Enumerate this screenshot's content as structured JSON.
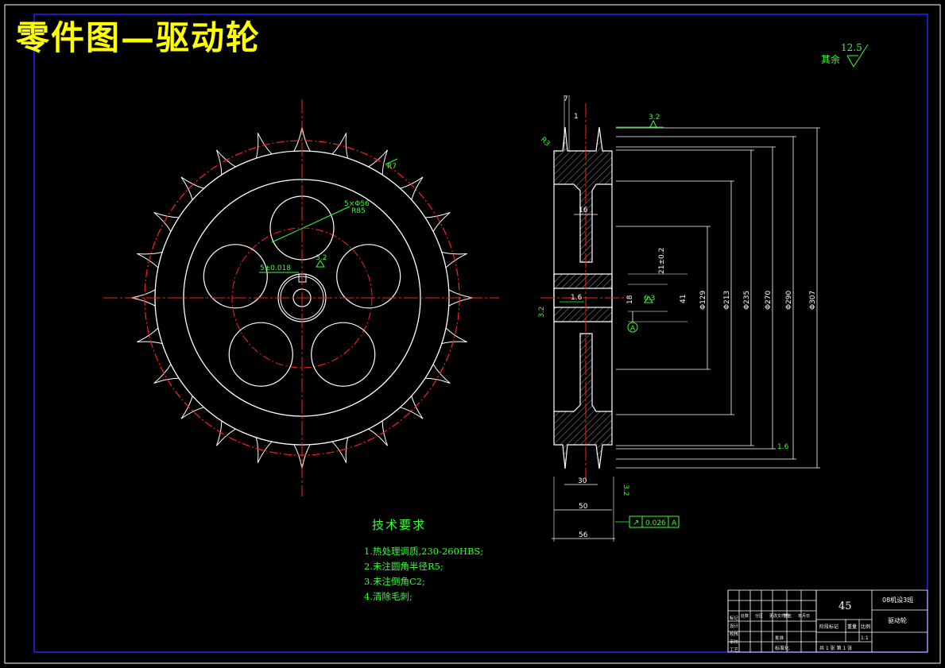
{
  "drawing": {
    "title": "零件图—驱动轮",
    "general_roughness": {
      "label": "其余",
      "value": "12.5"
    }
  },
  "front_view": {
    "dims": {
      "tip_radius": "R7",
      "holes": "5×Φ56",
      "holes_pcd": "R85",
      "keyway_width": "5±0.018",
      "keyway_roughness": "3.2"
    }
  },
  "section_view": {
    "dims": {
      "tooth_width": "7",
      "tooth_gap": "1",
      "chamfer": "R3",
      "top_roughness": "3.2",
      "web_thickness": "16",
      "keyway_depth": "21±0.2",
      "bore_roughness_a": "1.6",
      "bore": "18",
      "bore_roughness_b": "6.3",
      "hub_length": "41",
      "datum": "A",
      "d129": "Φ129",
      "d213": "Φ213",
      "d235": "Φ235",
      "d270": "Φ270",
      "d290": "Φ290",
      "d307": "Φ307",
      "outer_roughness": "1.6",
      "left_roughness": "3.2",
      "w30": "30",
      "w50": "50",
      "w56": "56",
      "bottom_roughness": "3.2",
      "runout_tol": "0.026",
      "runout_datum": "A"
    }
  },
  "tech_req": {
    "heading": "技术要求",
    "lines": [
      "1.热处理调质,230-260HBS;",
      "2.未注圆角半径R5;",
      "3.未注倒角C2;",
      "4.清除毛刺;"
    ]
  },
  "title_block": {
    "material": "45",
    "school": "08机设3班",
    "part_name": "驱动轮",
    "scale_label": "比例",
    "scale": "1:1",
    "stage_label": "阶段标记",
    "weight_label": "重量",
    "sheet_info": "共 1 张 第 1 张",
    "rows_left": [
      "标记",
      "设计",
      "校核",
      "审核",
      "工艺"
    ],
    "cols": [
      "处数",
      "分区",
      "更改文件号",
      "签名",
      "年月日"
    ],
    "std": "标准化",
    "approve": "批准"
  }
}
